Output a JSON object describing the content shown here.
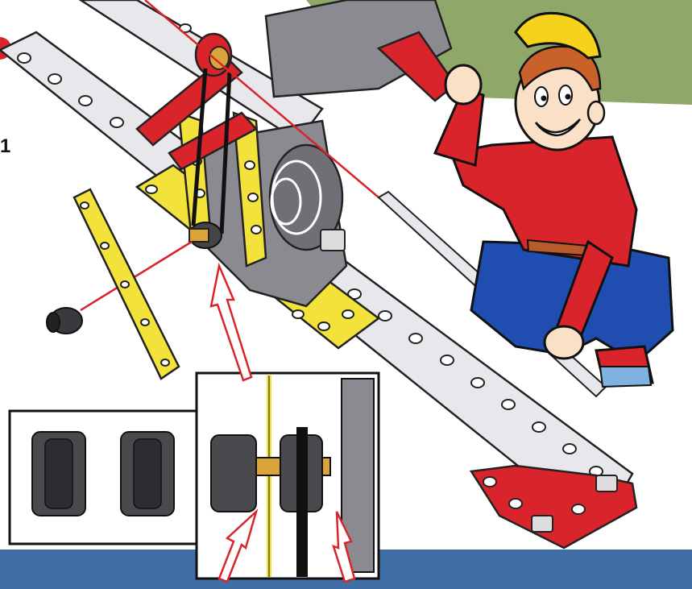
{
  "step": {
    "number": "1"
  },
  "colors": {
    "background": "#ffffff",
    "bottom_band": "#3f6fa5",
    "top_band": "#8fa86a",
    "strip_silver": "#e8e8ec",
    "strip_yellow": "#f2e23a",
    "strip_red": "#d8242a",
    "motor_grey": "#8a8a90",
    "shirt_red": "#d8242a",
    "jeans_blue": "#1f4db0",
    "cap_yellow": "#f5d21c",
    "hair_orange": "#c8622a"
  },
  "icons": {
    "pulley": "grooved-pulley-icon",
    "arrow": "outline-arrow-icon",
    "boy": "cartoon-boy-illustration",
    "model": "construction-model-illustration"
  }
}
